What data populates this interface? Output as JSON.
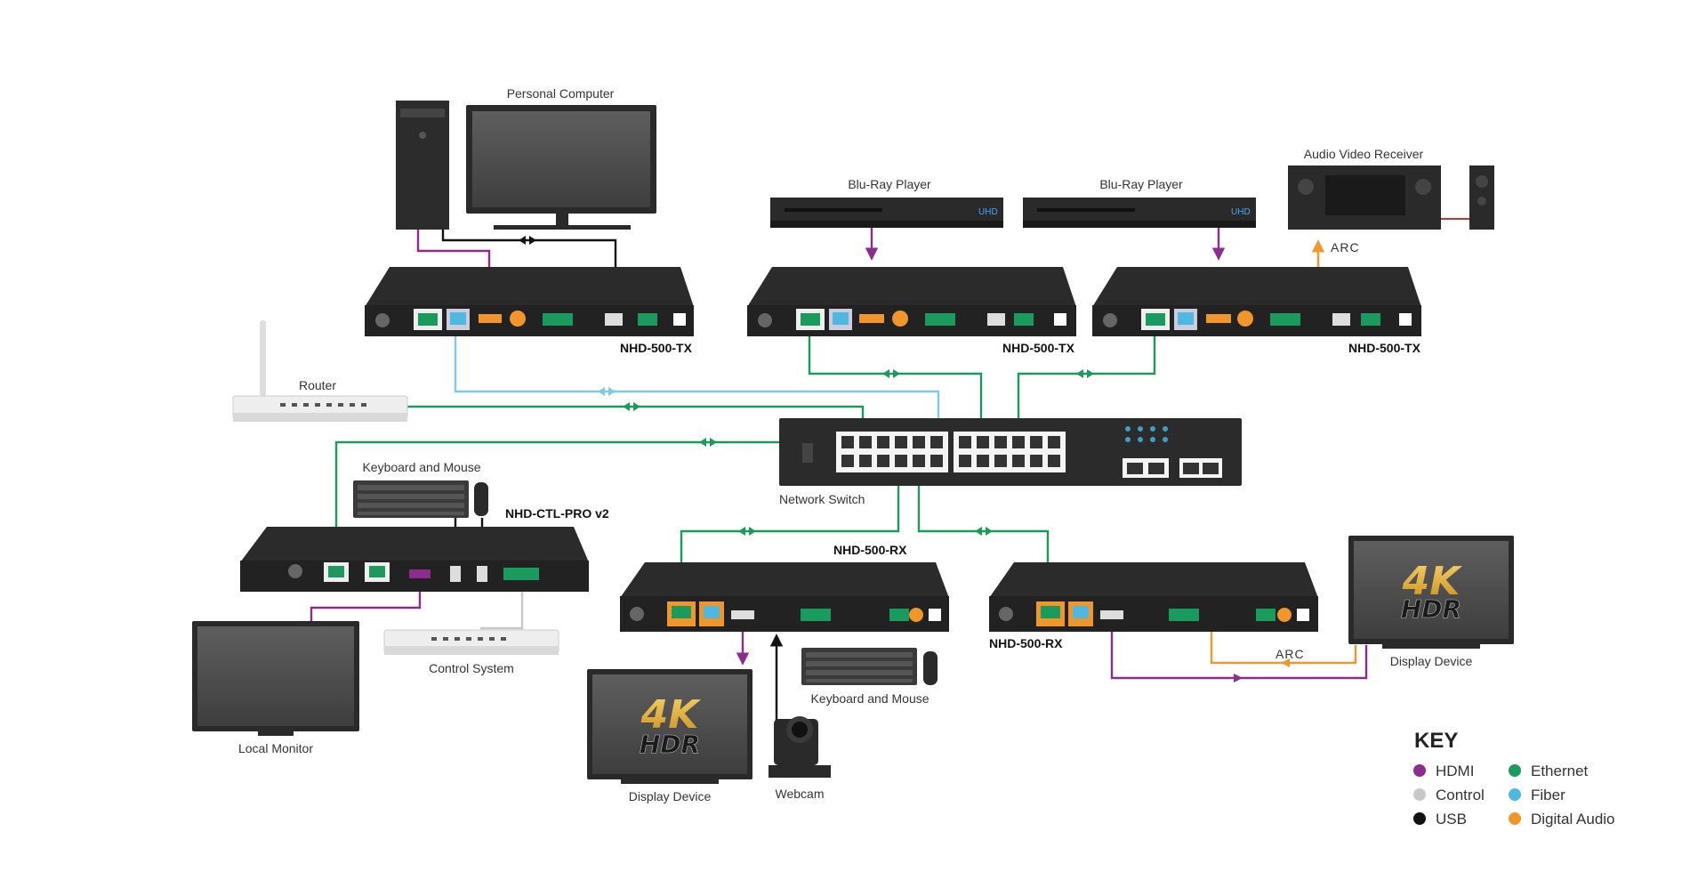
{
  "devices": {
    "pc": "Personal Computer",
    "bluray1": "Blu-Ray Player",
    "bluray2": "Blu-Ray Player",
    "avr": "Audio Video Receiver",
    "router": "Router",
    "network_switch": "Network Switch",
    "keyboard_mouse_top": "Keyboard and Mouse",
    "ctl_pro": "NHD-CTL-PRO v2",
    "local_monitor": "Local Monitor",
    "control_system": "Control System",
    "display_device_1": "Display Device",
    "display_device_2": "Display Device",
    "webcam": "Webcam",
    "keyboard_mouse_bottom": "Keyboard and Mouse",
    "tx1": "NHD-500-TX",
    "tx2": "NHD-500-TX",
    "tx3": "NHD-500-TX",
    "rx1": "NHD-500-RX",
    "rx2": "NHD-500-RX",
    "arc_top": "ARC",
    "arc_bottom": "ARC",
    "screen_4k": "4K",
    "screen_hdr": "HDR",
    "uhd_logo": "UHD"
  },
  "key": {
    "title": "KEY",
    "items": [
      {
        "label": "HDMI",
        "color": "#8e2b8e"
      },
      {
        "label": "Control",
        "color": "#c8c8c8"
      },
      {
        "label": "USB",
        "color": "#111111"
      },
      {
        "label": "Ethernet",
        "color": "#1a9a5c"
      },
      {
        "label": "Fiber",
        "color": "#4fb8e0"
      },
      {
        "label": "Digital Audio",
        "color": "#f0962a"
      }
    ]
  },
  "colors": {
    "hdmi": "#8e2b8e",
    "control": "#c8c8c8",
    "usb": "#111111",
    "ethernet": "#1a9a5c",
    "fiber": "#7ecbe6",
    "digital_audio": "#f0962a"
  }
}
